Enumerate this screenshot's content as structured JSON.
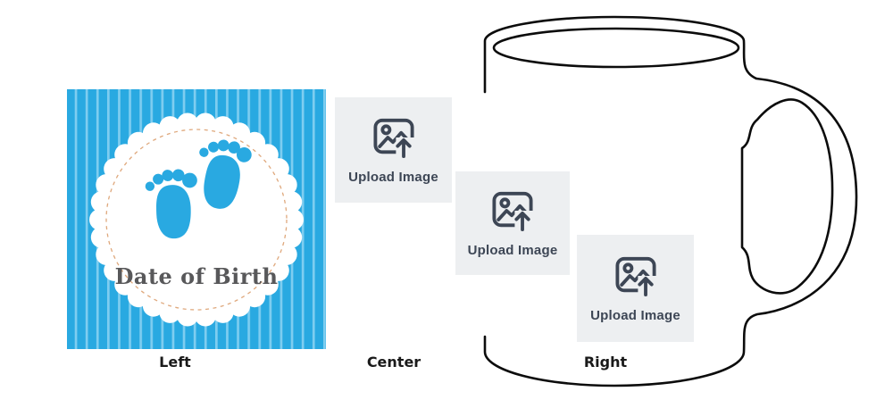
{
  "design": {
    "title": "Date of Birth",
    "graphic": "baby-footprints"
  },
  "upload_slots": [
    {
      "label": "Upload Image",
      "icon": "image-upload-icon"
    },
    {
      "label": "Upload Image",
      "icon": "image-upload-icon"
    },
    {
      "label": "Upload Image",
      "icon": "image-upload-icon"
    }
  ],
  "position_labels": [
    {
      "text": "Left"
    },
    {
      "text": "Center"
    },
    {
      "text": "Right"
    }
  ],
  "palette": {
    "design_bg": "#29a9e1",
    "design_stripe": "#7ecdf0",
    "badge": "#ffffff",
    "stitch": "#dfa87c",
    "feet": "#29a9e1",
    "title": "#58585a",
    "slot_bg": "#edeff1",
    "slot_fg": "#3d4655",
    "mug_outline": "#0c0c0c",
    "position_label": "#1a1a1a"
  }
}
